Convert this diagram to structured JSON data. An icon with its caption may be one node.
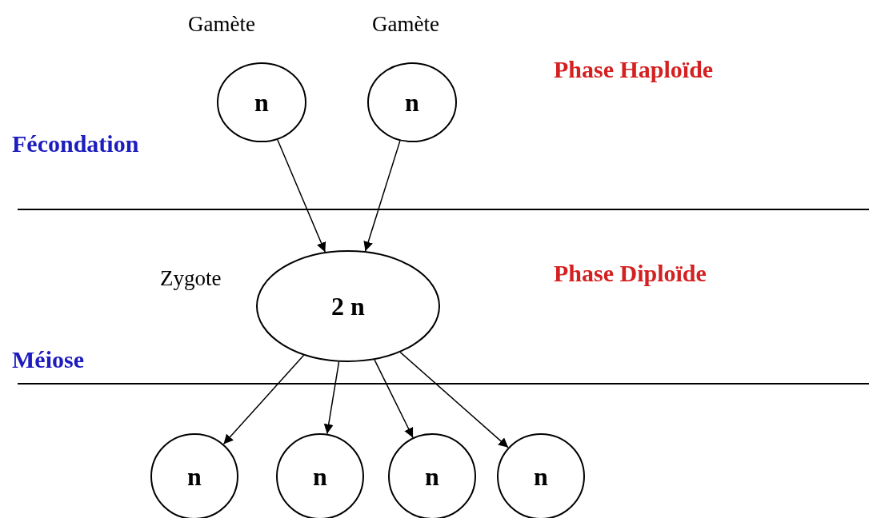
{
  "diagram": {
    "nodes": [
      {
        "text": [
          "n"
        ],
        "beside": [
          "Gamète"
        ]
      },
      {
        "text": [
          "n"
        ],
        "beside": [
          "Gamète"
        ]
      },
      {
        "text": [
          "2 n"
        ],
        "beside": [
          "Zygote"
        ]
      },
      {
        "text": [
          "n"
        ]
      },
      {
        "text": [
          "n"
        ]
      },
      {
        "text": [
          "n"
        ]
      },
      {
        "text": [
          "n"
        ]
      }
    ],
    "edges": [
      {
        "from": 0,
        "to": 2,
        "arrow": "to"
      },
      {
        "from": 1,
        "to": 2,
        "arrow": "to"
      },
      {
        "from": 2,
        "to": 3,
        "arrow": "to"
      },
      {
        "from": 2,
        "to": 4,
        "arrow": "to"
      },
      {
        "from": 2,
        "to": 5,
        "arrow": "to"
      },
      {
        "from": 2,
        "to": 6,
        "arrow": "to"
      }
    ],
    "labels": [
      "Phase Haploïde",
      "Fécondation",
      "Phase Diploïde",
      "Méiose"
    ]
  }
}
